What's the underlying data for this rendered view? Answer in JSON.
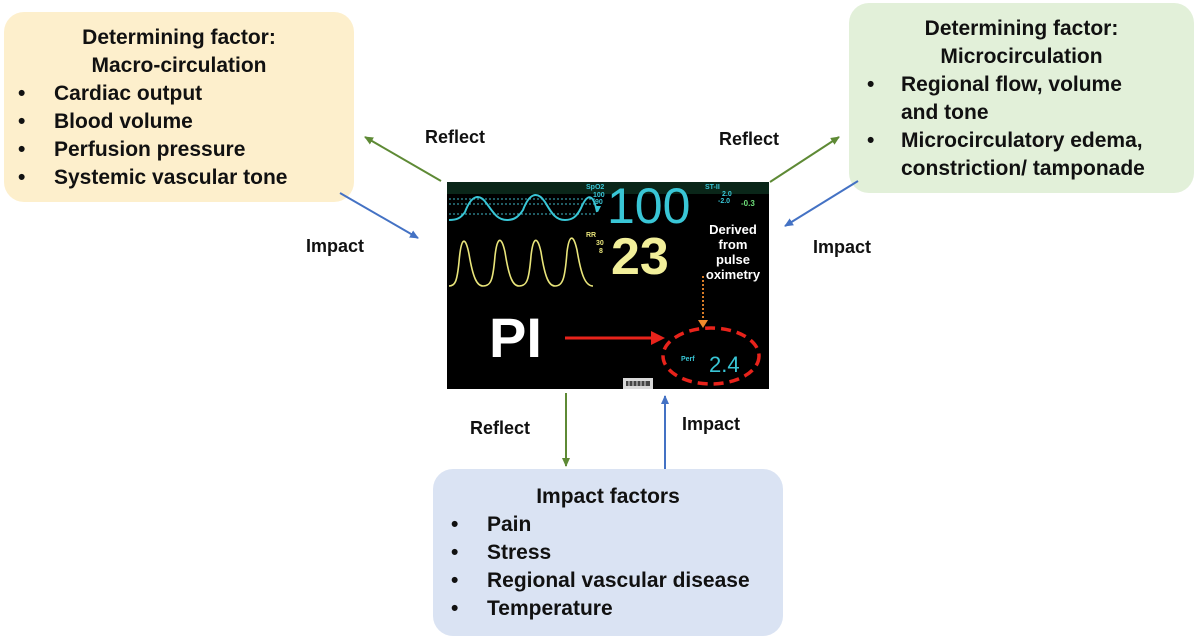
{
  "macro": {
    "title_line1": "Determining factor:",
    "title_line2": "Macro-circulation",
    "items": [
      "Cardiac output",
      "Blood volume",
      "Perfusion pressure",
      "Systemic vascular tone"
    ]
  },
  "micro": {
    "title_line1": "Determining factor:",
    "title_line2": "Microcirculation",
    "items": [
      {
        "line1": "Regional flow, volume",
        "line2": "and tone"
      },
      {
        "line1": "Microcirculatory edema,",
        "line2": "constriction/ tamponade"
      }
    ]
  },
  "impact_factors": {
    "title": "Impact factors",
    "items": [
      "Pain",
      "Stress",
      "Regional vascular disease",
      "Temperature"
    ]
  },
  "labels": {
    "reflect_left": "Reflect",
    "reflect_right": "Reflect",
    "reflect_bottom": "Reflect",
    "impact_left": "Impact",
    "impact_right": "Impact",
    "impact_bottom": "Impact"
  },
  "monitor": {
    "spo2_label": "SpO2",
    "spo2_limits": [
      "100",
      "90"
    ],
    "spo2_value": "100",
    "rr_label": "RR",
    "rr_limits": [
      "30",
      "8"
    ],
    "rr_value": "23",
    "st_label": "ST-II",
    "st_values": [
      "2.0",
      "-2.0"
    ],
    "st_current": "-0.3",
    "derived_line1": "Derived",
    "derived_line2": "from",
    "derived_line3": "pulse",
    "derived_line4": "oximetry",
    "pi_label": "PI",
    "perf_label": "Perf",
    "perf_value": "2.4"
  },
  "colors": {
    "macro_bg": "#fdefcc",
    "micro_bg": "#e2f0d9",
    "impact_bg": "#dae3f3",
    "reflect_arrow": "#5e8a35",
    "impact_arrow": "#4472c4",
    "pi_arrow": "#e8231b",
    "spo2_color": "#2fc7d8",
    "rr_color": "#f2ef9a"
  }
}
